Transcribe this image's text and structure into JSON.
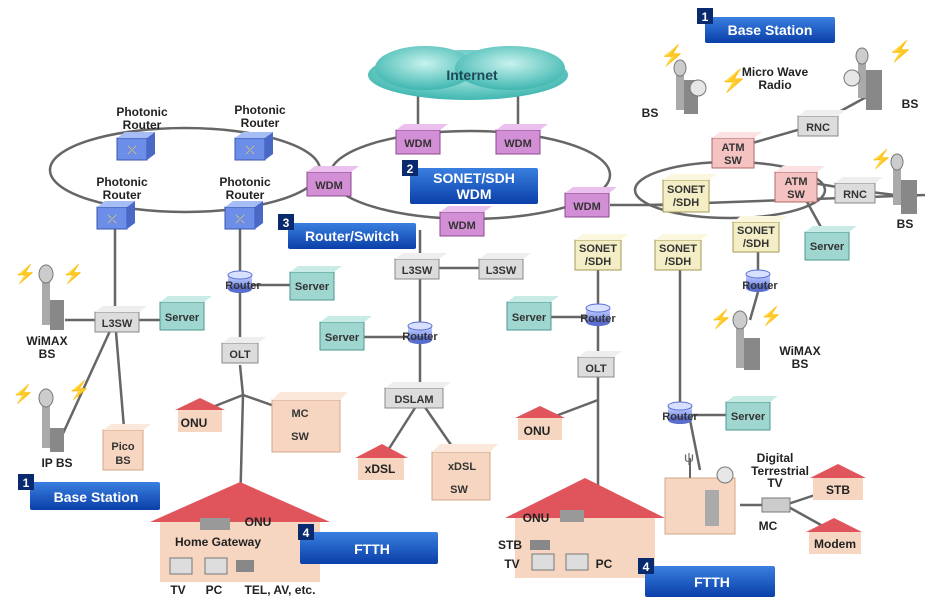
{
  "cloud": {
    "label": "Internet"
  },
  "banners": [
    {
      "num": "1",
      "text": "Base Station"
    },
    {
      "num": "2",
      "text_line1": "SONET/SDH",
      "text_line2": "WDM"
    },
    {
      "num": "3",
      "text": "Router/Switch"
    },
    {
      "num": "1",
      "text": "Base Station"
    },
    {
      "num": "4",
      "text": "FTTH"
    },
    {
      "num": "4",
      "text": "FTTH"
    }
  ],
  "photonic": {
    "line1": "Photonic",
    "line2": "Router"
  },
  "labels": {
    "wdm": "WDM",
    "sonet1": "SONET",
    "sonet2": "/SDH",
    "atm1": "ATM",
    "atm2": "SW",
    "rnc": "RNC",
    "router": "Router",
    "server": "Server",
    "l3sw": "L3SW",
    "olt": "OLT",
    "dslam": "DSLAM",
    "onu": "ONU",
    "mc": "MC",
    "sw": "SW",
    "xdsl": "xDSL",
    "bs": "BS",
    "wimax1": "WiMAX",
    "wimax2": "BS",
    "ipbs": "IP BS",
    "pico1": "Pico",
    "pico2": "BS",
    "microwave1": "Micro Wave",
    "microwave2": "Radio",
    "home_gateway": "Home Gateway",
    "tv": "TV",
    "pc": "PC",
    "tel": "TEL, AV, etc.",
    "stb": "STB",
    "modem": "Modem",
    "digital1": "Digital",
    "digital2": "Terrestrial",
    "digital3": "TV"
  }
}
